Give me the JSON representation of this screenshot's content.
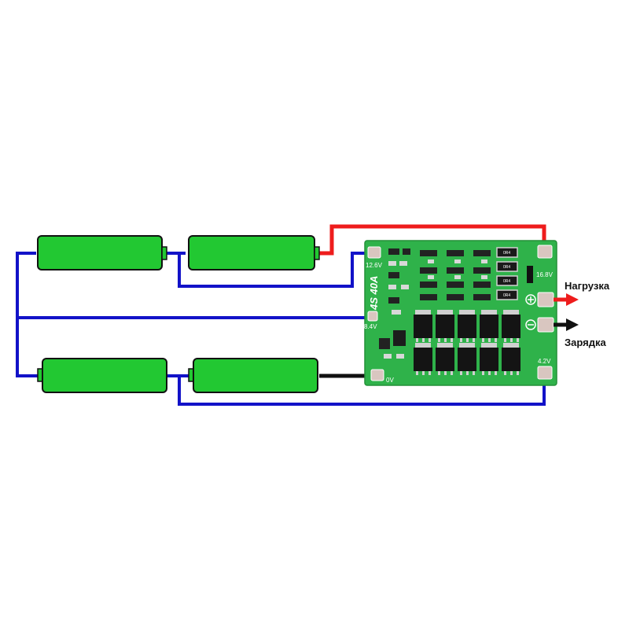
{
  "board": {
    "model": "4S 40A",
    "taps": [
      "12.6V",
      "8.4V",
      "0V",
      "16.8V",
      "4.2V"
    ],
    "resistor_codes": [
      "0R4",
      "0R4",
      "0R4",
      "0R4"
    ]
  },
  "outputs": {
    "load_label": "Нагрузка",
    "charge_label": "Зарядка"
  },
  "colors": {
    "battery_fill": "#22c832",
    "battery_stroke": "#111111",
    "pcb": "#2fb24a",
    "wire_positive": "#ee1c1c",
    "wire_balance": "#1212c8",
    "wire_negative": "#111111",
    "arrow_load": "#ee1c1c",
    "arrow_charge": "#111111"
  },
  "icons": [
    "plus-icon",
    "minus-icon"
  ]
}
